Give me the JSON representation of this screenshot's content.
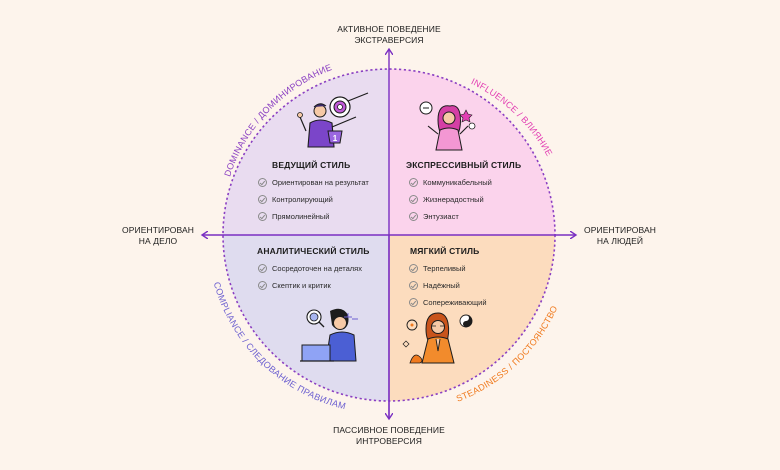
{
  "axes": {
    "top": [
      "АКТИВНОЕ ПОВЕДЕНИЕ",
      "ЭКСТРАВЕРСИЯ"
    ],
    "bottom": [
      "ПАССИВНОЕ ПОВЕДЕНИЕ",
      "ИНТРОВЕРСИЯ"
    ],
    "left": [
      "ОРИЕНТИРОВАН",
      "НА ДЕЛО"
    ],
    "right": [
      "ОРИЕНТИРОВАН",
      "НА ЛЮДЕЙ"
    ]
  },
  "quadrants": {
    "dominance": {
      "arc_label": "DOMINANCE / ДОМИНИРОВАНИЕ",
      "title": "ВЕДУЩИЙ СТИЛЬ",
      "traits": [
        "Ориентирован на результат",
        "Контролирующий",
        "Прямолинейный"
      ],
      "color": "#e9dcf0",
      "arc_color": "#8a3fc2",
      "illustration": "person-target-icon"
    },
    "influence": {
      "arc_label": "INFLUENCE / ВЛИЯНИЕ",
      "title": "ЭКСПРЕССИВНЫЙ СТИЛЬ",
      "traits": [
        "Коммуникабельный",
        "Жизнерадостный",
        "Энтузиаст"
      ],
      "color": "#fbd3ec",
      "arc_color": "#e23fb3",
      "illustration": "woman-talking-icon"
    },
    "compliance": {
      "arc_label": "COMPLIANCE / СЛЕДОВАНИЕ ПРАВИЛАМ",
      "title": "АНАЛИТИЧЕСКИЙ СТИЛЬ",
      "traits": [
        "Сосредоточен на деталях",
        "Скептик и критик"
      ],
      "color": "#dfdcef",
      "arc_color": "#6c5fd0",
      "illustration": "man-laptop-icon"
    },
    "steadiness": {
      "arc_label": "STEADINESS / ПОСТОЯНСТВО",
      "title": "МЯГКИЙ СТИЛЬ",
      "traits": [
        "Терпеливый",
        "Надёжный",
        "Сопереживающий"
      ],
      "color": "#fcdcbe",
      "arc_color": "#f07a1e",
      "illustration": "woman-meditating-icon"
    }
  },
  "colors": {
    "axis": "#7a2fc2",
    "circle_border": "#8a3fc2",
    "background": "#fdf4ec"
  }
}
